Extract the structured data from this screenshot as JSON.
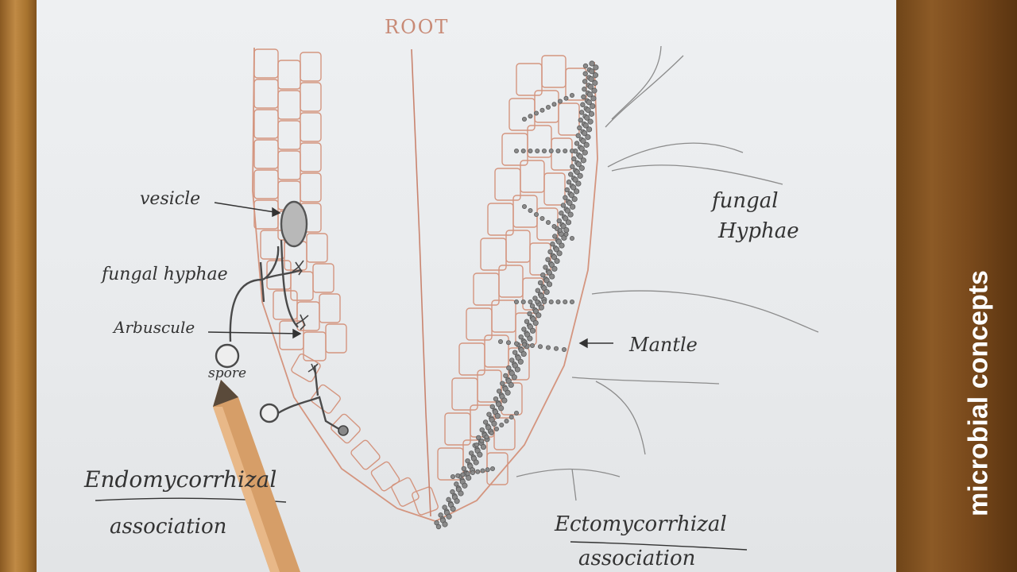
{
  "labels": {
    "root": "ROOT",
    "vesicle": "vesicle",
    "fungal_hyphae_left": "fungal hyphae",
    "arbuscule": "Arbuscule",
    "spore": "spore",
    "fungal_hyphae_right_1": "fungal",
    "fungal_hyphae_right_2": "Hyphae",
    "mantle": "Mantle",
    "endo_line1": "Endomycorrhizal",
    "endo_line2": "association",
    "ecto_line1": "Ectomycorrhizal",
    "ecto_line2": "association"
  },
  "watermark": "microbial concepts",
  "colors": {
    "cell_wall": "#d4957f",
    "pencil_dark": "#4a4a4a",
    "paper": "#eceef0",
    "desk": "#8a5a24"
  },
  "objects": [
    "pencil"
  ]
}
